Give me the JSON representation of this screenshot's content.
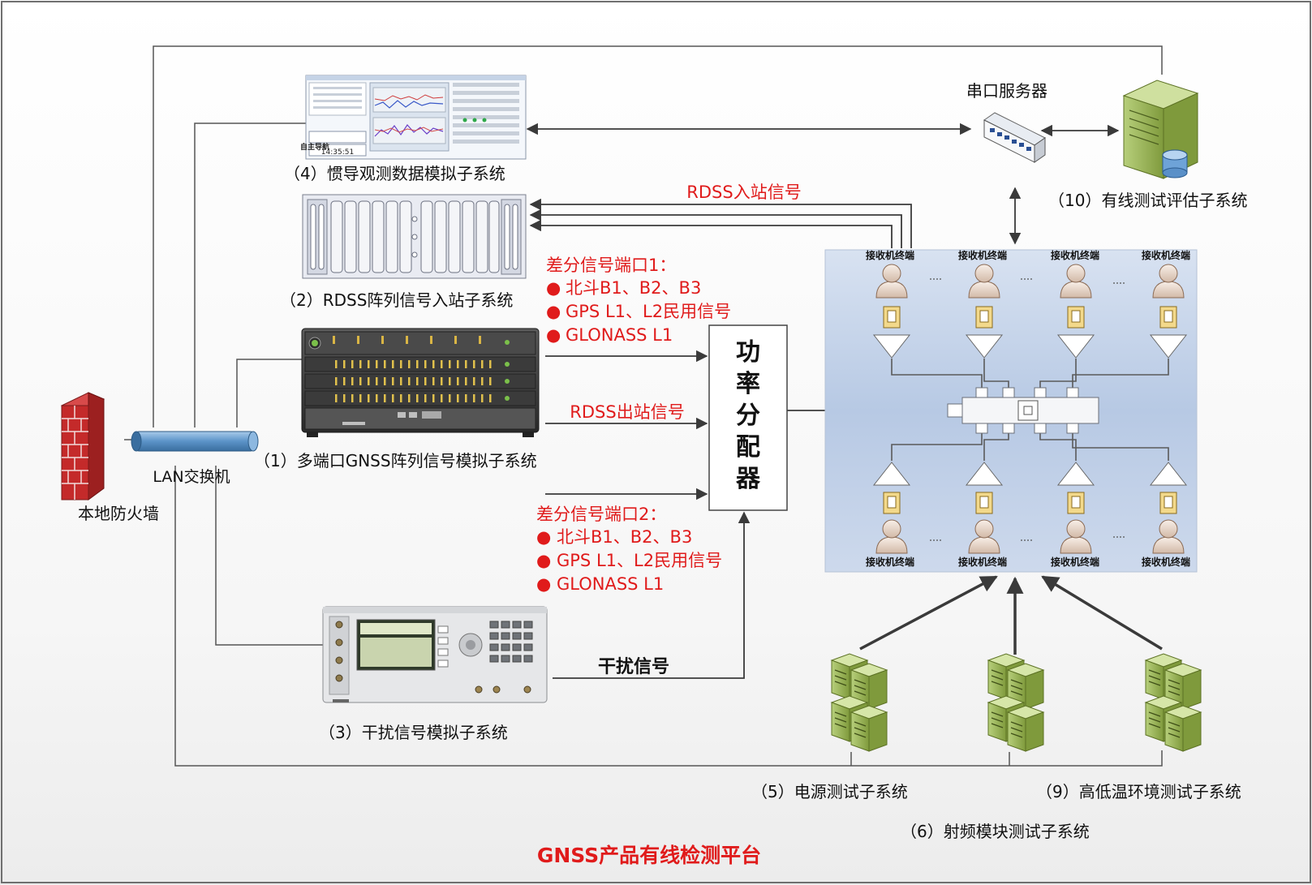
{
  "title": "GNSS产品有线检测平台",
  "firewall": "本地防火墙",
  "lan": "LAN交换机",
  "sys4": "（4）惯导观测数据模拟子系统",
  "sys2": "（2）RDSS阵列信号入站子系统",
  "sys1": "（1）多端口GNSS阵列信号模拟子系统",
  "sys3": "（3）干扰信号模拟子系统",
  "sys10": "（10）有线测试评估子系统",
  "sys5": "（5）电源测试子系统",
  "sys6": "（6）射频模块测试子系统",
  "sys9": "（9）高低温环境测试子系统",
  "serial_server": "串口服务器",
  "splitter": [
    "功",
    "率",
    "分",
    "配",
    "器"
  ],
  "rdss_in": "RDSS入站信号",
  "rdss_out": "RDSS出站信号",
  "interference": "干扰信号",
  "diff1": {
    "title": "差分信号端口1：",
    "items": [
      "北斗B1、B2、B3",
      "GPS L1、L2民用信号",
      "GLONASS L1"
    ]
  },
  "diff2": {
    "title": "差分信号端口2：",
    "items": [
      "北斗B1、B2、B3",
      "GPS L1、L2民用信号",
      "GLONASS L1"
    ]
  },
  "receiver": "接收机终端",
  "inertial_screen": {
    "nav_label": "自主导航",
    "time": "14:35:51"
  },
  "colors": {
    "accent_red": "#e01b1b",
    "panel_blue": "#c3d3ea",
    "line": "#4d4d4d",
    "cable_blue": "#5b93c8"
  }
}
